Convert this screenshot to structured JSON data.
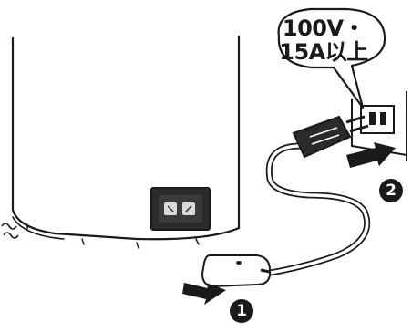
{
  "callout": {
    "line1": "100V・",
    "line2": "15A以上"
  },
  "steps": {
    "step1": "1",
    "step2": "2"
  },
  "colors": {
    "line": "#1a1a1a",
    "appliance_body": "#ffffff",
    "socket_panel": "#2b2b2b",
    "arrow_fill": "#1a1a1a"
  }
}
